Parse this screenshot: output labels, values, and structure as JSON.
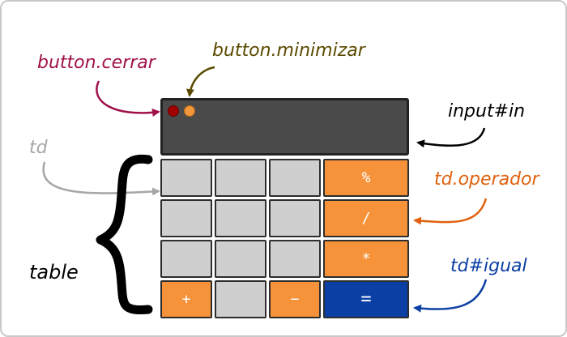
{
  "labels": {
    "button_cerrar": "button.cerrar",
    "button_minimizar": "button.minimizar",
    "input_in": "input#in",
    "td": "td",
    "td_operador": "td.operador",
    "td_igual": "td#igual",
    "table": "table"
  },
  "calculator": {
    "rows": [
      [
        "",
        "",
        "",
        "%"
      ],
      [
        "",
        "",
        "",
        "/"
      ],
      [
        "",
        "",
        "",
        "*"
      ],
      [
        "+",
        "",
        "−",
        "="
      ]
    ]
  },
  "colors": {
    "cerrar": "#a0104a",
    "minimizar": "#5a4a00",
    "input": "#000000",
    "td": "#a6a6a6",
    "operador": "#e0620f",
    "igual": "#0b3fa3",
    "table": "#000000"
  }
}
